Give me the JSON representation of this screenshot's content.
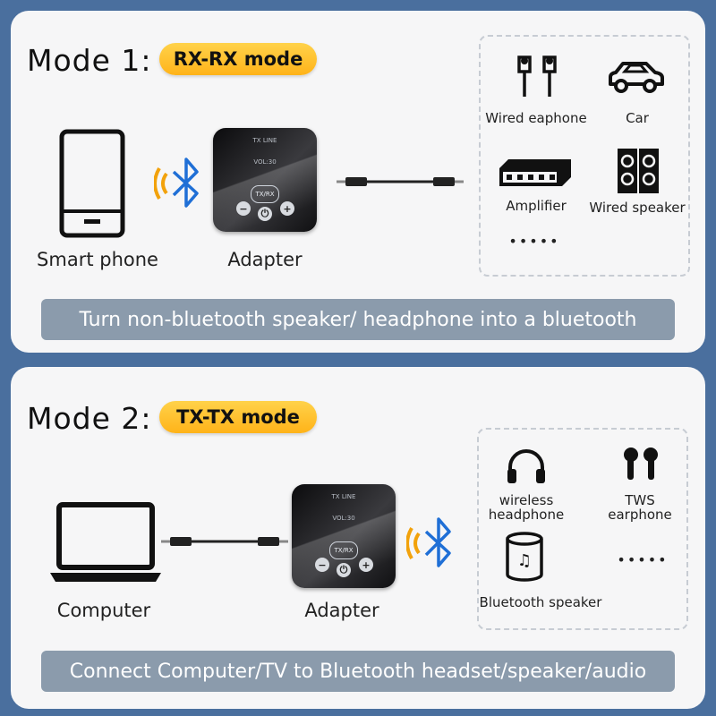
{
  "mode1": {
    "title": "Mode 1:",
    "badge": "RX-RX mode",
    "source_label": "Smart phone",
    "adapter_label": "Adapter",
    "adapter_screen": {
      "line1": "TX LINE",
      "line2": "VOL:30",
      "button": "TX/RX"
    },
    "devices": [
      {
        "label": "Wired eaphone",
        "icon": "wired-earphone-icon"
      },
      {
        "label": "Car",
        "icon": "car-icon"
      },
      {
        "label": "Amplifier",
        "icon": "amplifier-icon"
      },
      {
        "label": "Wired speaker",
        "icon": "speaker-icon"
      }
    ],
    "more": "•••••",
    "banner": "Turn non-bluetooth speaker/ headphone into a bluetooth"
  },
  "mode2": {
    "title": "Mode 2:",
    "badge": "TX-TX mode",
    "source_label": "Computer",
    "adapter_label": "Adapter",
    "adapter_screen": {
      "line1": "TX LINE",
      "line2": "VOL:30",
      "button": "TX/RX"
    },
    "devices": [
      {
        "label": "wireless\nheadphone",
        "line1": "wireless",
        "line2": "headphone",
        "icon": "headphone-icon"
      },
      {
        "label": "TWS\nearphone",
        "line1": "TWS",
        "line2": "earphone",
        "icon": "tws-earbuds-icon"
      },
      {
        "label": "Bluetooth speaker",
        "icon": "bluetooth-speaker-icon"
      }
    ],
    "more": "•••••",
    "banner": "Connect Computer/TV to Bluetooth headset/speaker/audio"
  },
  "colors": {
    "background": "#4a6f9e",
    "panel": "#f6f6f7",
    "badge": "#ffc12a",
    "bluetooth": "#1f6fd6",
    "signal": "#f2a20c",
    "banner": "#8b9bac"
  }
}
